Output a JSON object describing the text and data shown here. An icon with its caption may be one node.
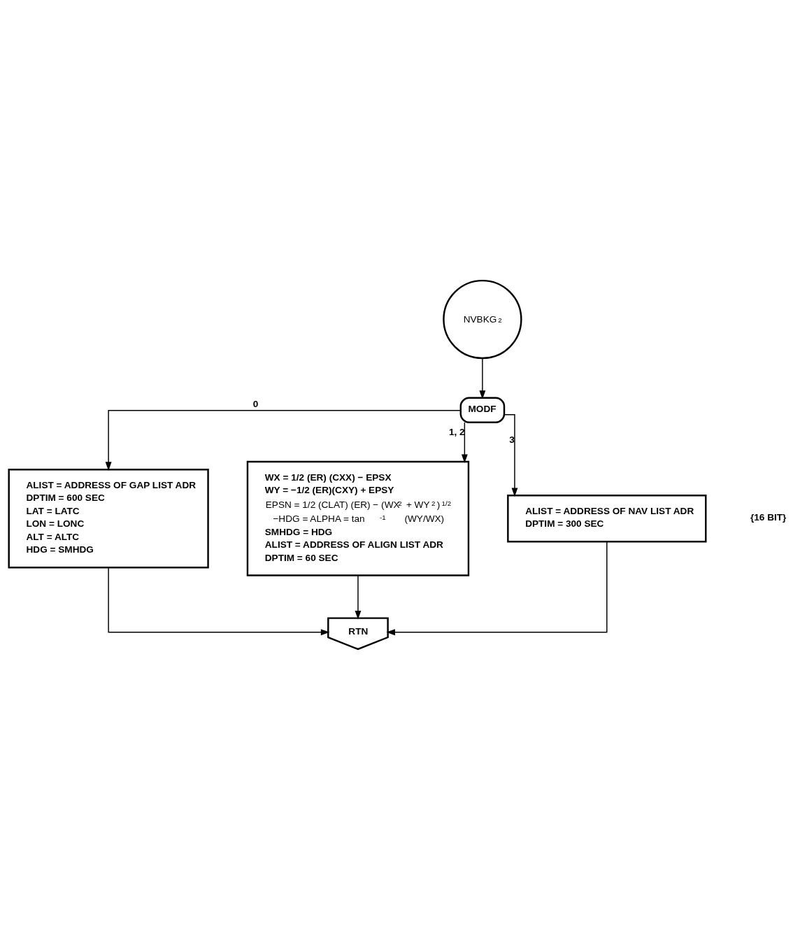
{
  "diagram": {
    "nodes": [
      {
        "text": [
          "NVBKG$_{2}$"
        ]
      },
      {
        "text": [
          "MODF"
        ]
      },
      {
        "text": [
          "WX = 1/2 (ER) (CXX) − EPSX",
          "WY = −1/2 (ER)(CXY) + EPSY",
          "EPSN = 1/2 (CLAT) (ER) − (WX$^{2}$ + WY$^{2}$)$^{1/2}$",
          "−HDG = ALPHA = tan$^{-1}$ (WY/WX)",
          "SMHDG = HDG",
          "ALIST = ADDRESS OF ALIGN LIST ADR",
          "DPTIM = 60 SEC"
        ]
      },
      {
        "text": [
          "ALIST = ADDRESS OF GAP LIST ADR",
          "DPTIM = 600 SEC",
          "LAT = LATC",
          "LON = LONC",
          "ALT = ALTC",
          "HDG = SMHDG"
        ]
      },
      {
        "text": [
          "ALIST = ADDRESS OF NAV LIST ADR",
          "DPTIM = 300 SEC"
        ]
      },
      {
        "text": [
          "RTN"
        ]
      }
    ],
    "edges": [
      {
        "from": 0,
        "to": 1,
        "arrow": "to"
      },
      {
        "from": 1,
        "to": 3,
        "arrow": "to",
        "label": "0"
      },
      {
        "from": 1,
        "to": 2,
        "arrow": "to",
        "label": "1, 2"
      },
      {
        "from": 1,
        "to": 4,
        "arrow": "to",
        "label": "3"
      },
      {
        "from": 2,
        "to": 5,
        "arrow": "to"
      },
      {
        "from": 3,
        "to": 5,
        "arrow": "to"
      },
      {
        "from": 4,
        "to": 5,
        "arrow": "to"
      }
    ],
    "labels": [
      "{16 BIT}"
    ]
  }
}
